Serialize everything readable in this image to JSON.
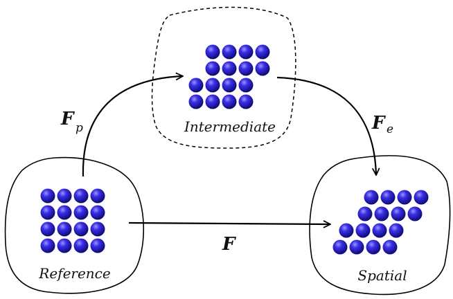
{
  "regions": {
    "reference": {
      "label": "Reference"
    },
    "intermediate": {
      "label": "Intermediate"
    },
    "spatial": {
      "label": "Spatial"
    }
  },
  "maps": {
    "plastic": {
      "symbol": "F",
      "subscript": "p"
    },
    "elastic": {
      "symbol": "F",
      "subscript": "e"
    },
    "total": {
      "symbol": "F",
      "subscript": ""
    }
  },
  "colors": {
    "atom_fill": "#2a1fd1",
    "atom_dark": "#0d0a6e",
    "atom_highlight": "#8f8cff",
    "stroke": "#000000"
  }
}
